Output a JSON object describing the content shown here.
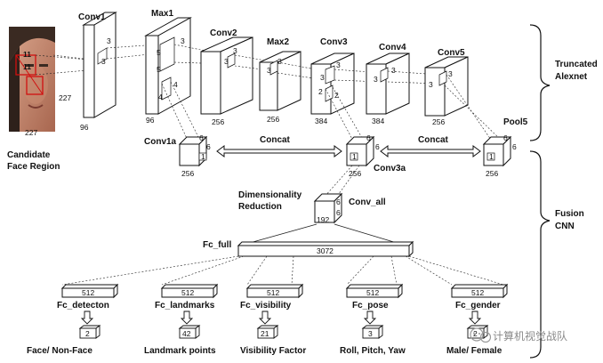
{
  "input": {
    "caption_line1": "Candidate",
    "caption_line2": "Face Region",
    "kernel_top": "11",
    "kernel_side": "11",
    "width": "227",
    "height": "227"
  },
  "layers": {
    "conv1": {
      "name": "Conv1",
      "depth": "96",
      "k1": "3",
      "k2": "3"
    },
    "max1": {
      "name": "Max1",
      "depth": "96",
      "k1": "3",
      "k2": "5",
      "k3": "5",
      "k4": "4",
      "k5": "4"
    },
    "conv2": {
      "name": "Conv2",
      "depth": "256",
      "k1": "3",
      "k2": "3"
    },
    "max2": {
      "name": "Max2",
      "depth": "256",
      "k1": "3",
      "k2": "3"
    },
    "conv3": {
      "name": "Conv3",
      "depth": "384",
      "k1": "3",
      "k2": "3",
      "k3": "2",
      "k4": "2"
    },
    "conv4": {
      "name": "Conv4",
      "depth": "384",
      "k1": "3",
      "k2": "3"
    },
    "conv5": {
      "name": "Conv5",
      "depth": "256",
      "k1": "3",
      "k2": "3"
    }
  },
  "pools": {
    "conv1a": {
      "name": "Conv1a",
      "depth": "256",
      "k1": "6",
      "k2": "6",
      "k3": "1"
    },
    "conv3a": {
      "name": "Conv3a",
      "depth": "256",
      "k1": "6",
      "k2": "6",
      "k3": "1"
    },
    "pool5": {
      "name": "Pool5",
      "depth": "256",
      "k1": "6",
      "k2": "6",
      "k3": "1"
    }
  },
  "concat_label": "Concat",
  "dimred_line1": "Dimensionality",
  "dimred_line2": "Reduction",
  "conv_all": {
    "name": "Conv_all",
    "depth": "192",
    "k1": "6",
    "k2": "6"
  },
  "fc_full": {
    "name": "Fc_full",
    "size": "3072"
  },
  "branches": [
    {
      "fc": "Fc_detecton",
      "size": "512",
      "out": "2",
      "task": "Face/ Non-Face"
    },
    {
      "fc": "Fc_landmarks",
      "size": "512",
      "out": "42",
      "task": "Landmark points"
    },
    {
      "fc": "Fc_visibility",
      "size": "512",
      "out": "21",
      "task": "Visibility Factor"
    },
    {
      "fc": "Fc_pose",
      "size": "512",
      "out": "3",
      "task": "Roll, Pitch, Yaw"
    },
    {
      "fc": "Fc_gender",
      "size": "512",
      "out": "2",
      "task": "Male/ Female"
    }
  ],
  "groups": {
    "truncated_line1": "Truncated",
    "truncated_line2": "Alexnet",
    "fusion_line1": "Fusion",
    "fusion_line2": "CNN"
  },
  "watermark": "计算机视觉战队"
}
